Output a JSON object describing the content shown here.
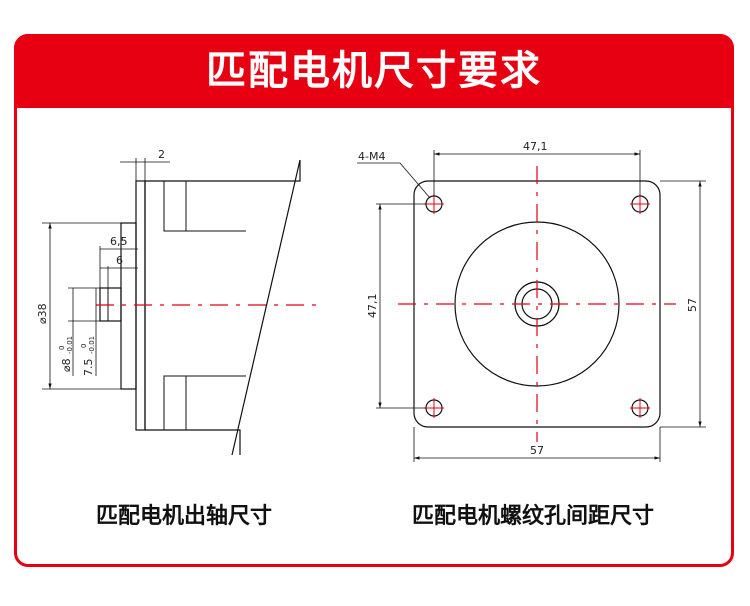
{
  "title": "匹配电机尺寸要求",
  "captions": {
    "shaft": "匹配电机出轴尺寸",
    "holes": "匹配电机螺纹孔间距尺寸"
  },
  "dimensions": {
    "flange_thickness": "2",
    "boss_diameter": "⌀38",
    "shaft_length_total": "6,5",
    "flat_length": "6",
    "shaft_diameter": "⌀8",
    "shaft_tol_upper": "0",
    "shaft_tol_lower": "-0.01",
    "flat_size": "7.5",
    "flat_tol_upper": "0",
    "flat_tol_lower": "-0.01",
    "hole_spec": "4-M4",
    "hole_spacing_h": "47,1",
    "hole_spacing_v": "47,1",
    "body_width": "57",
    "body_height": "57"
  },
  "colors": {
    "accent": "#e60012",
    "line": "#111111",
    "fill": "#dcdcdc"
  }
}
